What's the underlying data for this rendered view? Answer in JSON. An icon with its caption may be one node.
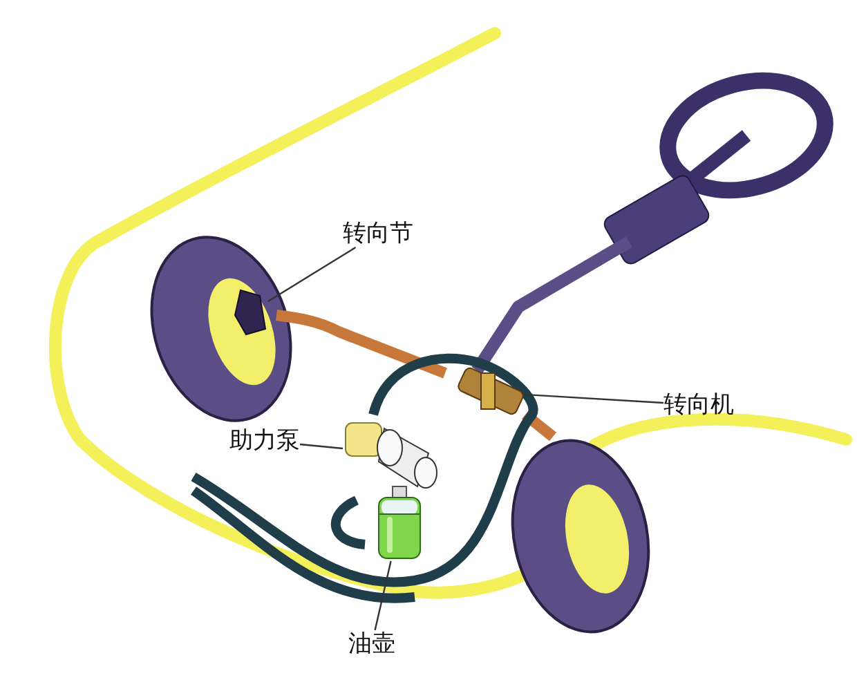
{
  "diagram": {
    "nodes": [
      {
        "text": [
          "转向节"
        ]
      },
      {
        "text": [],
        "shape": "picture"
      },
      {
        "text": [
          "转向机"
        ]
      },
      {
        "text": [],
        "shape": "picture"
      },
      {
        "text": [
          "助力泵"
        ]
      },
      {
        "text": [],
        "shape": "picture"
      },
      {
        "text": [
          "油壶"
        ]
      },
      {
        "text": [],
        "shape": "picture"
      }
    ],
    "edges": [
      {
        "from": 0,
        "to": 1,
        "arrow": "none"
      },
      {
        "from": 2,
        "to": 3,
        "arrow": "none"
      },
      {
        "from": 4,
        "to": 5,
        "arrow": "none"
      },
      {
        "from": 6,
        "to": 7,
        "arrow": "none"
      }
    ]
  }
}
